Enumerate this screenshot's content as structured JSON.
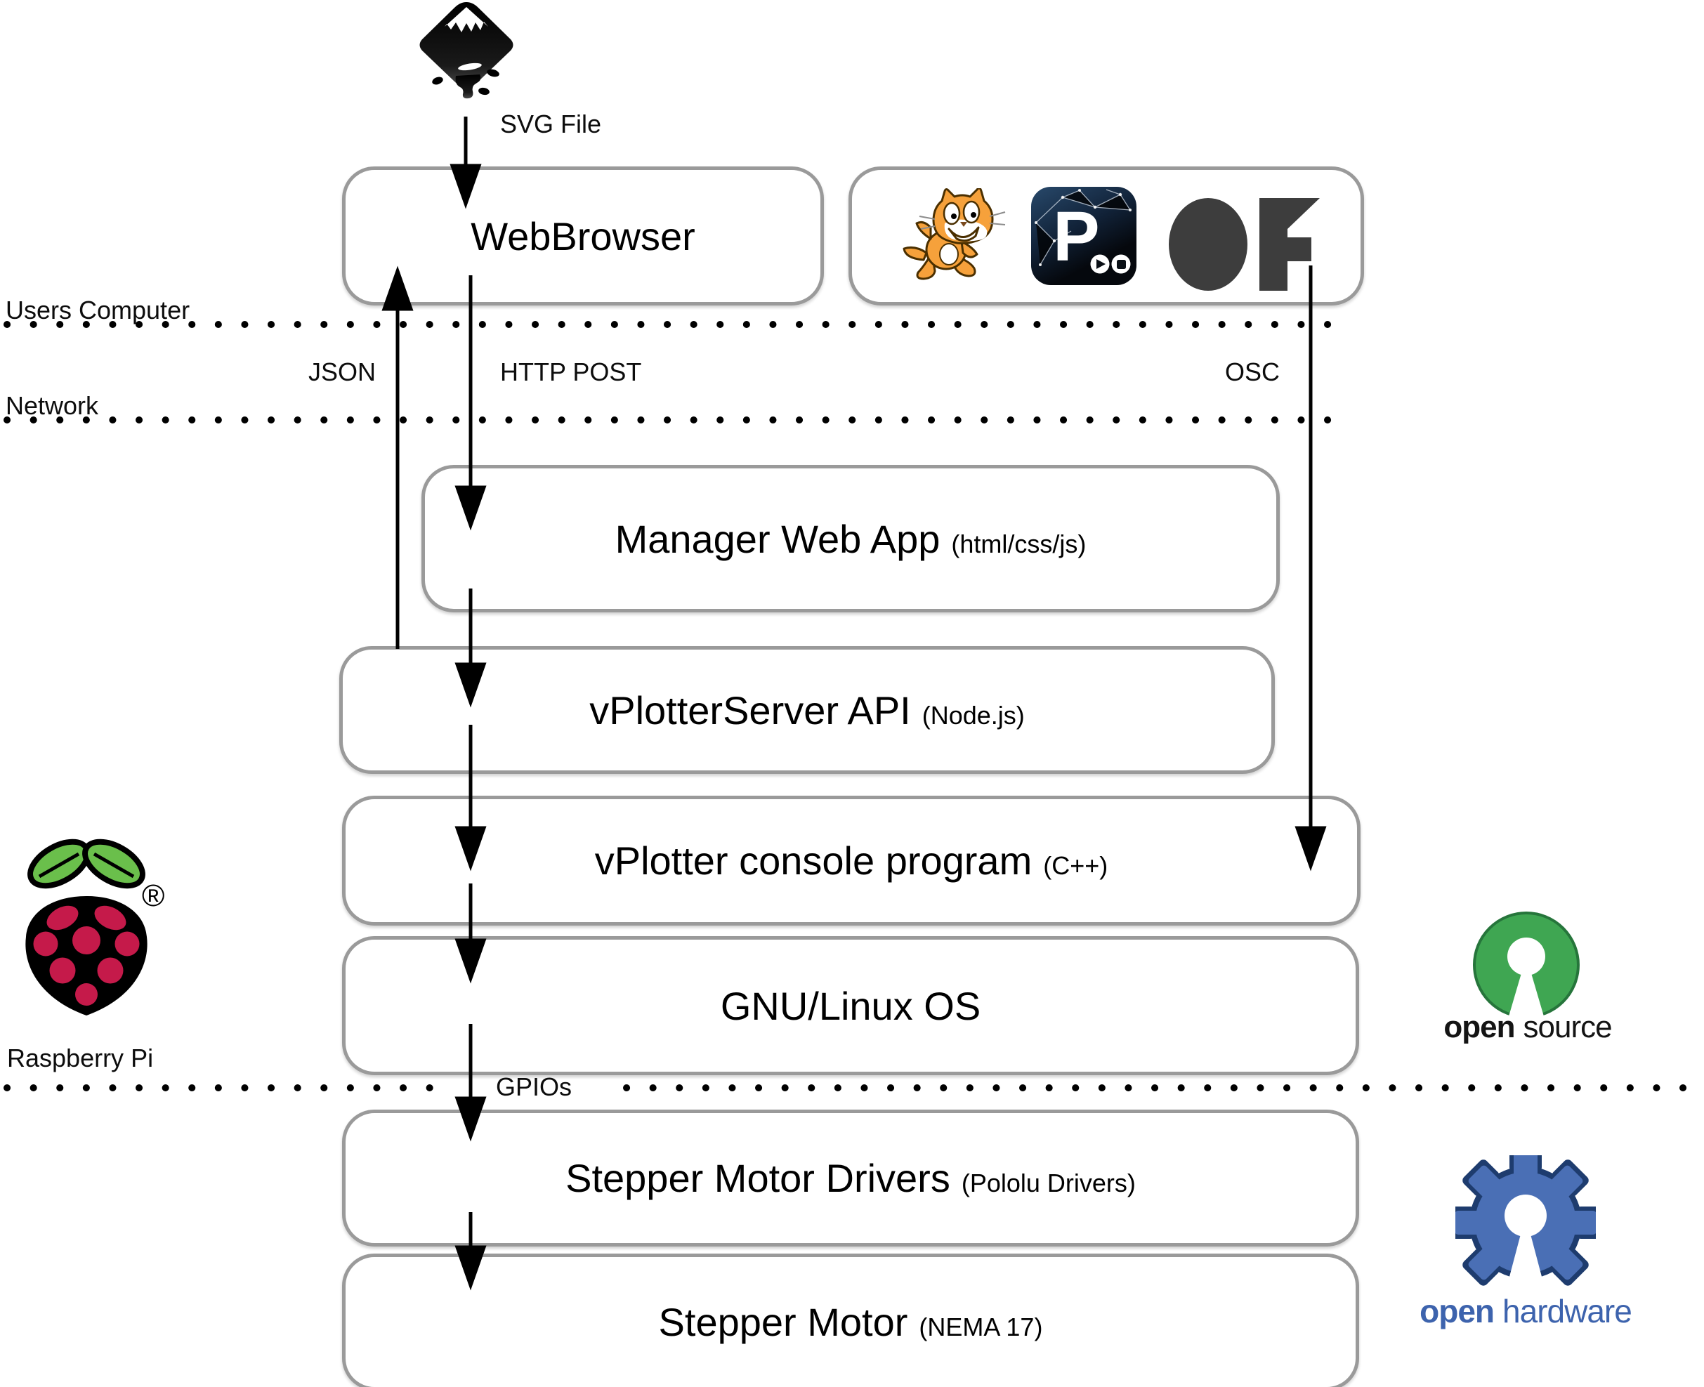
{
  "regions": {
    "users_computer": "Users Computer",
    "network": "Network",
    "raspberry_pi": "Raspberry Pi"
  },
  "flow_labels": {
    "svg_file": "SVG File",
    "json": "JSON",
    "http_post": "HTTP POST",
    "osc": "OSC",
    "gpios": "GPIOs"
  },
  "boxes": {
    "web_browser": {
      "label": "WebBrowser"
    },
    "manager_web_app": {
      "label": "Manager Web App",
      "tech": "(html/css/js)"
    },
    "vplotter_server_api": {
      "label": "vPlotterServer API",
      "tech": "(Node.js)"
    },
    "vplotter_console": {
      "label": "vPlotter console program",
      "tech": "(C++)"
    },
    "gnu_linux_os": {
      "label": "GNU/Linux OS"
    },
    "stepper_motor_drivers": {
      "label": "Stepper Motor Drivers",
      "tech": "(Pololu Drivers)"
    },
    "stepper_motor": {
      "label": "Stepper Motor",
      "tech": "(NEMA 17)"
    }
  },
  "logos": {
    "processing_letter": "P",
    "registered_mark": "®",
    "open_source": {
      "word1": "open",
      "word2": "source"
    },
    "open_hardware": {
      "word1": "open",
      "word2": "hardware"
    }
  },
  "colors": {
    "box_border": "#9a9a9a",
    "connector": "#000000",
    "scratch_orange": "#f6a13b",
    "processing_navy": "#16293e",
    "openframeworks_gray": "#3d3d3d",
    "raspberry_red": "#c51a4a",
    "leaf_green": "#6abf4b",
    "open_source_green": "#3fa652",
    "open_hardware_blue": "#4a6fb5"
  }
}
